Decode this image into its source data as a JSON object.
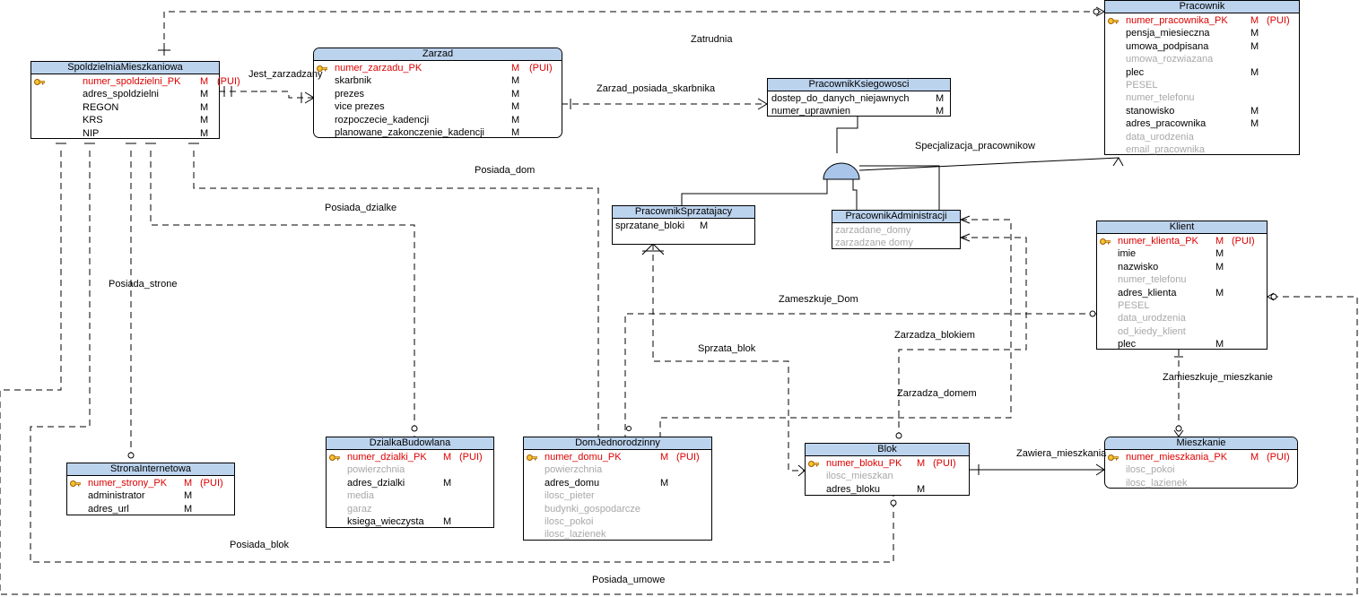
{
  "entities": {
    "spoldzielnia": {
      "title": "SpoldzielniaMieszkaniowa",
      "attributes": [
        {
          "name": "numer_spoldzielni_PK",
          "flag": "M",
          "pui": "(PUI)",
          "pk": true
        },
        {
          "name": "adres_spoldzielni",
          "flag": "M"
        },
        {
          "name": "REGON",
          "flag": "M"
        },
        {
          "name": "KRS",
          "flag": "M"
        },
        {
          "name": "NIP",
          "flag": "M"
        }
      ]
    },
    "zarzad": {
      "title": "Zarzad",
      "attributes": [
        {
          "name": "numer_zarzadu_PK",
          "flag": "M",
          "pui": "(PUI)",
          "pk": true
        },
        {
          "name": "skarbnik",
          "flag": "M"
        },
        {
          "name": "prezes",
          "flag": "M"
        },
        {
          "name": "vice prezes",
          "flag": "M"
        },
        {
          "name": "rozpoczecie_kadencji",
          "flag": "M"
        },
        {
          "name": "planowane_zakonczenie_kadencji",
          "flag": "M"
        }
      ]
    },
    "ksiegowosci": {
      "title": "PracownikKsiegowosci",
      "attributes": [
        {
          "name": "dostep_do_danych_niejawnych",
          "flag": "M"
        },
        {
          "name": "numer_uprawnien",
          "flag": "M"
        }
      ]
    },
    "pracownik": {
      "title": "Pracownik",
      "attributes": [
        {
          "name": "numer_pracownika_PK",
          "flag": "M",
          "pui": "(PUI)",
          "pk": true
        },
        {
          "name": "pensja_miesieczna",
          "flag": "M"
        },
        {
          "name": "umowa_podpisana",
          "flag": "M"
        },
        {
          "name": "umowa_rozwiazana",
          "opt": true
        },
        {
          "name": "plec",
          "flag": "M"
        },
        {
          "name": "PESEL",
          "opt": true
        },
        {
          "name": "numer_telefonu",
          "opt": true
        },
        {
          "name": "stanowisko",
          "flag": "M"
        },
        {
          "name": "adres_pracownika",
          "flag": "M"
        },
        {
          "name": "data_urodzenia",
          "opt": true
        },
        {
          "name": "email_pracownika",
          "opt": true
        }
      ]
    },
    "sprzatajacy": {
      "title": "PracownikSprzatajacy",
      "attributes": [
        {
          "name": "sprzatane_bloki",
          "flag": "M"
        }
      ]
    },
    "administracji": {
      "title": "PracownikAdministracji",
      "attributes": [
        {
          "name": "zarzadane_domy",
          "opt": true
        },
        {
          "name": "zarzadzane domy",
          "opt": true
        }
      ]
    },
    "klient": {
      "title": "Klient",
      "attributes": [
        {
          "name": "numer_klienta_PK",
          "flag": "M",
          "pui": "(PUI)",
          "pk": true
        },
        {
          "name": "imie",
          "flag": "M"
        },
        {
          "name": "nazwisko",
          "flag": "M"
        },
        {
          "name": "numer_telefonu",
          "opt": true
        },
        {
          "name": "adres_klienta",
          "flag": "M"
        },
        {
          "name": "PESEL",
          "opt": true
        },
        {
          "name": "data_urodzenia",
          "opt": true
        },
        {
          "name": "od_kiedy_klient",
          "opt": true
        },
        {
          "name": "plec",
          "flag": "M"
        }
      ]
    },
    "dzialka": {
      "title": "DzialkaBudowlana",
      "attributes": [
        {
          "name": "numer_dzialki_PK",
          "flag": "M",
          "pui": "(PUI)",
          "pk": true
        },
        {
          "name": "powierzchnia",
          "opt": true
        },
        {
          "name": "adres_dzialki",
          "flag": "M"
        },
        {
          "name": "media",
          "opt": true
        },
        {
          "name": "garaz",
          "opt": true
        },
        {
          "name": "ksiega_wieczysta",
          "flag": "M"
        }
      ]
    },
    "dom": {
      "title": "DomJednorodzinny",
      "attributes": [
        {
          "name": "numer_domu_PK",
          "flag": "M",
          "pui": "(PUI)",
          "pk": true
        },
        {
          "name": "powierzchnia",
          "opt": true
        },
        {
          "name": "adres_domu",
          "flag": "M"
        },
        {
          "name": "ilosc_pieter",
          "opt": true
        },
        {
          "name": "budynki_gospodarcze",
          "opt": true
        },
        {
          "name": "ilosc_pokoi",
          "opt": true
        },
        {
          "name": "ilosc_lazienek",
          "opt": true
        }
      ]
    },
    "blok": {
      "title": "Blok",
      "attributes": [
        {
          "name": "numer_bloku_PK",
          "flag": "M",
          "pui": "(PUI)",
          "pk": true
        },
        {
          "name": "ilosc_mieszkan",
          "opt": true
        },
        {
          "name": "adres_bloku",
          "flag": "M"
        }
      ]
    },
    "mieszkanie": {
      "title": "Mieszkanie",
      "attributes": [
        {
          "name": "numer_mieszkania_PK",
          "flag": "M",
          "pui": "(PUI)",
          "pk": true
        },
        {
          "name": "ilosc_pokoi",
          "opt": true
        },
        {
          "name": "ilosc_lazienek",
          "opt": true
        }
      ]
    },
    "strona": {
      "title": "StronaInternetowa",
      "attributes": [
        {
          "name": "numer_strony_PK",
          "flag": "M",
          "pui": "(PUI)",
          "pk": true
        },
        {
          "name": "administrator",
          "flag": "M"
        },
        {
          "name": "adres_url",
          "flag": "M"
        }
      ]
    }
  },
  "relationships": {
    "zatrudnia": "Zatrudnia",
    "jest_zarzadzany": "Jest_zarzadzany",
    "zarzad_skarbnik": "Zarzad_posiada_skarbnika",
    "specjalizacja": "Specjalizacja_pracownikow",
    "posiada_dom": "Posiada_dom",
    "posiada_dzialke": "Posiada_dzialke",
    "posiada_strone": "Posiada_strone",
    "zameszkuje_dom": "Zameszkuje_Dom",
    "zarzadza_blokiem": "Zarzadza_blokiem",
    "sprzata_blok": "Sprzata_blok",
    "zarzadza_domem": "Zarzadza_domem",
    "zamieszkuje_mieszkanie": "Zamieszkuje_mieszkanie",
    "zawiera_mieszkania": "Zawiera_mieszkania",
    "posiada_blok": "Posiada_blok",
    "posiada_umowe": "Posiada_umowe"
  }
}
